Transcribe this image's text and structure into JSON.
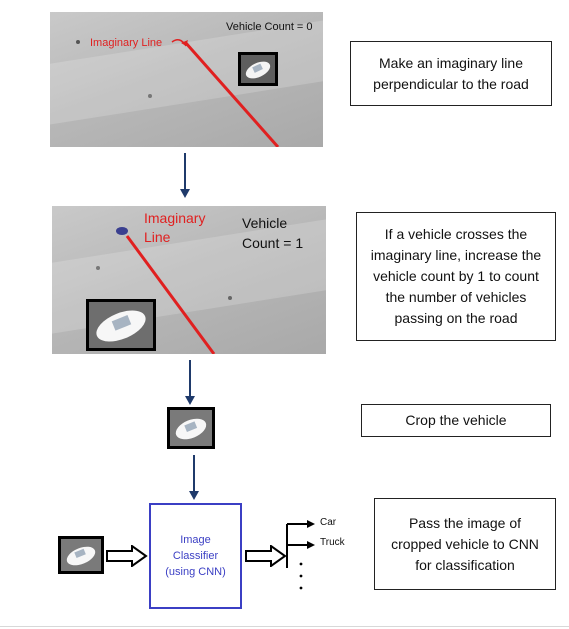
{
  "step1": {
    "overlay_line_label": "Imaginary Line",
    "overlay_count": "Vehicle Count = 0",
    "note": "Make an imaginary line perpendicular to the road"
  },
  "step2": {
    "overlay_line_label_1": "Imaginary",
    "overlay_line_label_2": "Line",
    "overlay_count_1": "Vehicle",
    "overlay_count_2": "Count = 1",
    "note": "If a vehicle crosses the imaginary line, increase the vehicle count by 1 to count the number of vehicles passing on the road"
  },
  "step3": {
    "note": "Crop the vehicle"
  },
  "step4": {
    "classifier_line1": "Image",
    "classifier_line2": "Classifier",
    "classifier_line3": "(using CNN)",
    "outputs": [
      "Car",
      "Truck"
    ],
    "note": "Pass the image of cropped vehicle to CNN for classification"
  },
  "colors": {
    "imaginary_line": "#e02020",
    "flow_arrow": "#1f3a6b",
    "classifier_border": "#3b3fc4"
  }
}
